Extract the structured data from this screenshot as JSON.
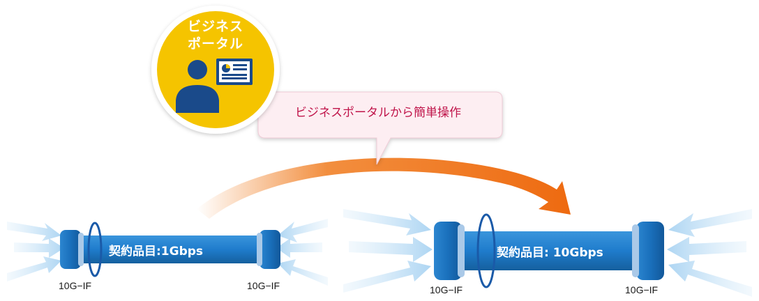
{
  "portal": {
    "line1": "ビジネス",
    "line2": "ポータル",
    "icon": "user-dashboard-icon"
  },
  "callout": {
    "text": "ビジネスポータルから簡単操作"
  },
  "before": {
    "pipe_label": "契約品目:1Gbps",
    "left_if": "10G−IF",
    "right_if": "10G−IF"
  },
  "after": {
    "pipe_label": "契約品目: 10Gbps",
    "left_if": "10G−IF",
    "right_if": "10G−IF"
  },
  "colors": {
    "portal_circle": "#f5c400",
    "portal_icon": "#1a4a8a",
    "callout_text": "#c0144a",
    "callout_bg": "#fdeef2",
    "pipe_blue": "#1a76c4",
    "pipe_cap": "#aac9e8",
    "arrow_orange": "#f07a1c",
    "flow_arrows": "#b8dcf4"
  }
}
